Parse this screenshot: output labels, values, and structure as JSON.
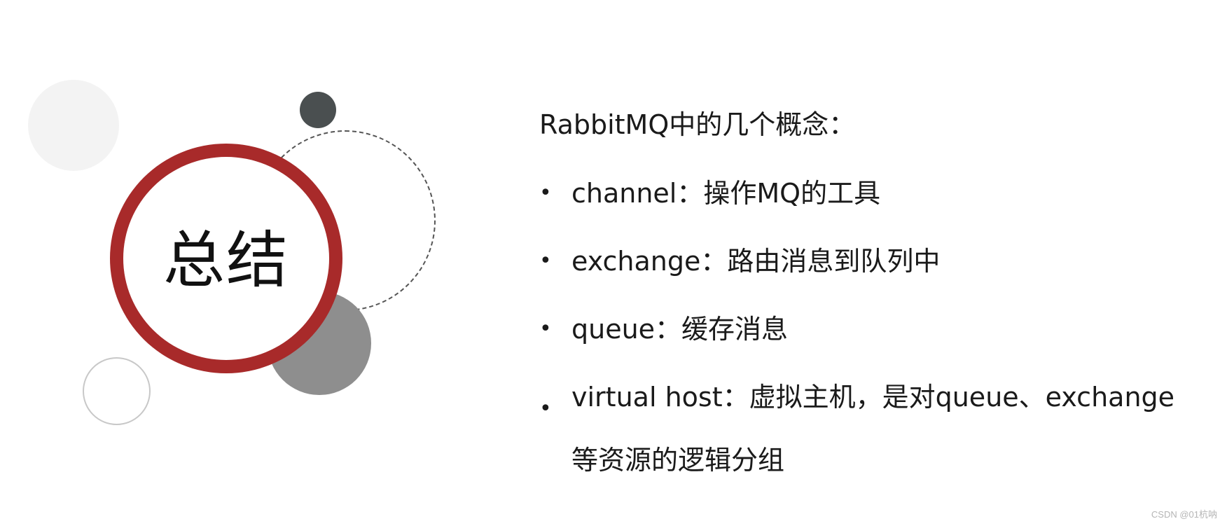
{
  "slide": {
    "title": "总结",
    "heading": "RabbitMQ中的几个概念：",
    "bullet_symbol": "•",
    "bullets": [
      "channel：操作MQ的工具",
      "exchange：路由消息到队列中",
      "queue：缓存消息",
      "virtual host：虚拟主机，是对queue、exchange等资源的逻辑分组"
    ]
  },
  "watermark": "CSDN @01杭呐",
  "colors": {
    "accent_red": "#a82a2a",
    "dark_gray": "#4a4f50",
    "mid_gray": "#8e8e8e",
    "light_gray": "#f3f3f3"
  }
}
